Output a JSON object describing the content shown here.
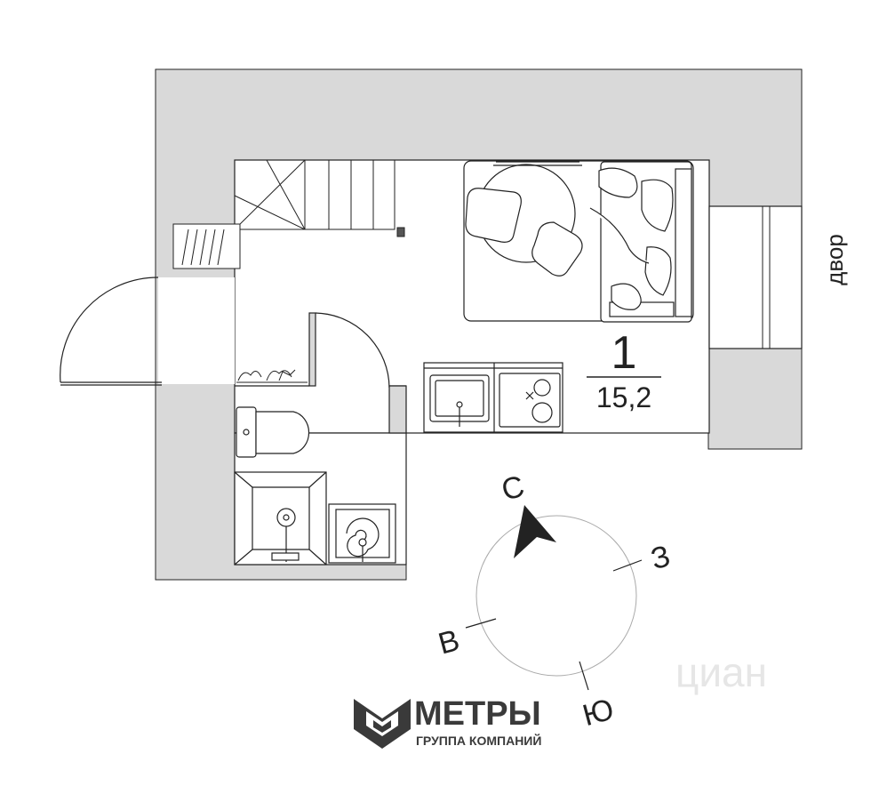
{
  "plan": {
    "room_number": "1",
    "room_area": "15,2",
    "yard_label": "двор"
  },
  "compass": {
    "north": "С",
    "south": "Ю",
    "east": "В",
    "west": "З"
  },
  "brand": {
    "name": "МЕТРЫ",
    "tagline": "ГРУППА КОМПАНИЙ"
  },
  "watermark": {
    "text": "циан"
  },
  "colors": {
    "wall": "#d9d9d9",
    "line": "#222222",
    "brand": "#3a3a3a"
  }
}
